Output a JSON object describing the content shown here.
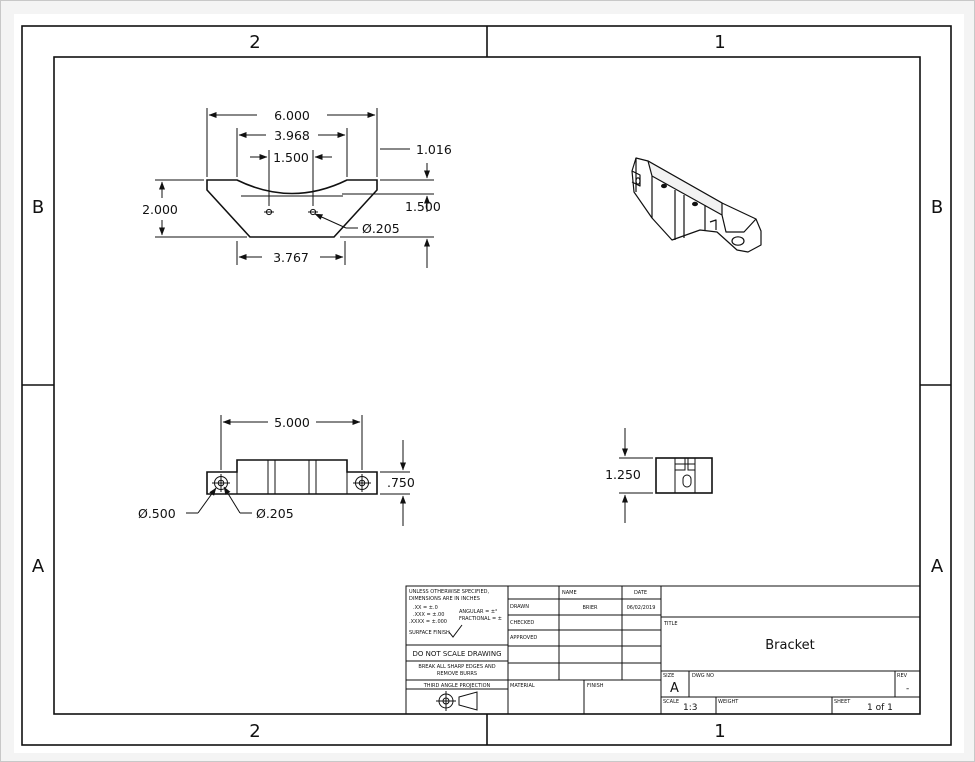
{
  "zones": {
    "col_left": "2",
    "col_right": "1",
    "row_upper": "B",
    "row_lower": "A"
  },
  "front_view": {
    "overall_width": "6.000",
    "inner_width": "3.968",
    "center_width": "1.500",
    "height": "2.000",
    "side_height": "1.016",
    "lower_height": "1.500",
    "hole_dia": "Ø.205",
    "bottom_width": "3.767"
  },
  "bottom_view": {
    "hole_spacing": "5.000",
    "thickness": ".750",
    "counterbore_dia": "Ø.500",
    "hole_dia": "Ø.205"
  },
  "side_view": {
    "height": "1.250"
  },
  "title_block": {
    "tolerance_notes": [
      "UNLESS OTHERWISE SPECIFIED,",
      "DIMENSIONS ARE IN INCHES",
      ".XX = ±.0",
      ".XXX = ±.00",
      ".XXXX = ±.000",
      "ANGULAR = ±°",
      "FRACTIONAL = ±"
    ],
    "surface_finish": "SURFACE FINISH",
    "do_not_scale": "DO NOT SCALE DRAWING",
    "break_edges": [
      "BREAK ALL SHARP EDGES AND",
      "REMOVE BURRS"
    ],
    "projection": "THIRD ANGLE PROJECTION",
    "headers": {
      "name": "NAME",
      "date": "DATE"
    },
    "rows": {
      "drawn": "DRAWN",
      "checked": "CHECKED",
      "approved": "APPROVED",
      "drawn_name": "BRIER",
      "drawn_date": "06/02/2019"
    },
    "material": "MATERIAL",
    "finish": "FINISH",
    "title_label": "TITLE",
    "title": "Bracket",
    "size_label": "SIZE",
    "size": "A",
    "dwg_no_label": "DWG NO",
    "rev_label": "REV",
    "rev": "-",
    "scale_label": "SCALE",
    "scale": "1:3",
    "weight_label": "WEIGHT",
    "sheet_label": "SHEET",
    "sheet": "1 of 1"
  }
}
